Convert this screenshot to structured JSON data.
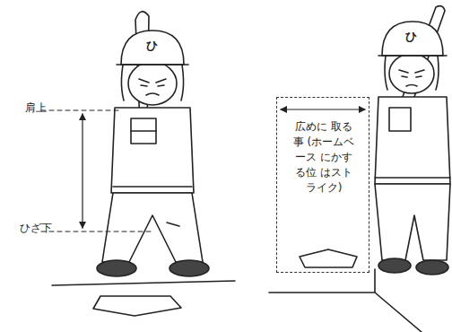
{
  "diagram": {
    "nodes": [
      {
        "text": [
          "広めに 取る事 (ホームベース にかする位 はストライク)"
        ]
      }
    ],
    "labels": [
      "肩上",
      "ひざ下",
      "ひ",
      "ひ"
    ]
  }
}
